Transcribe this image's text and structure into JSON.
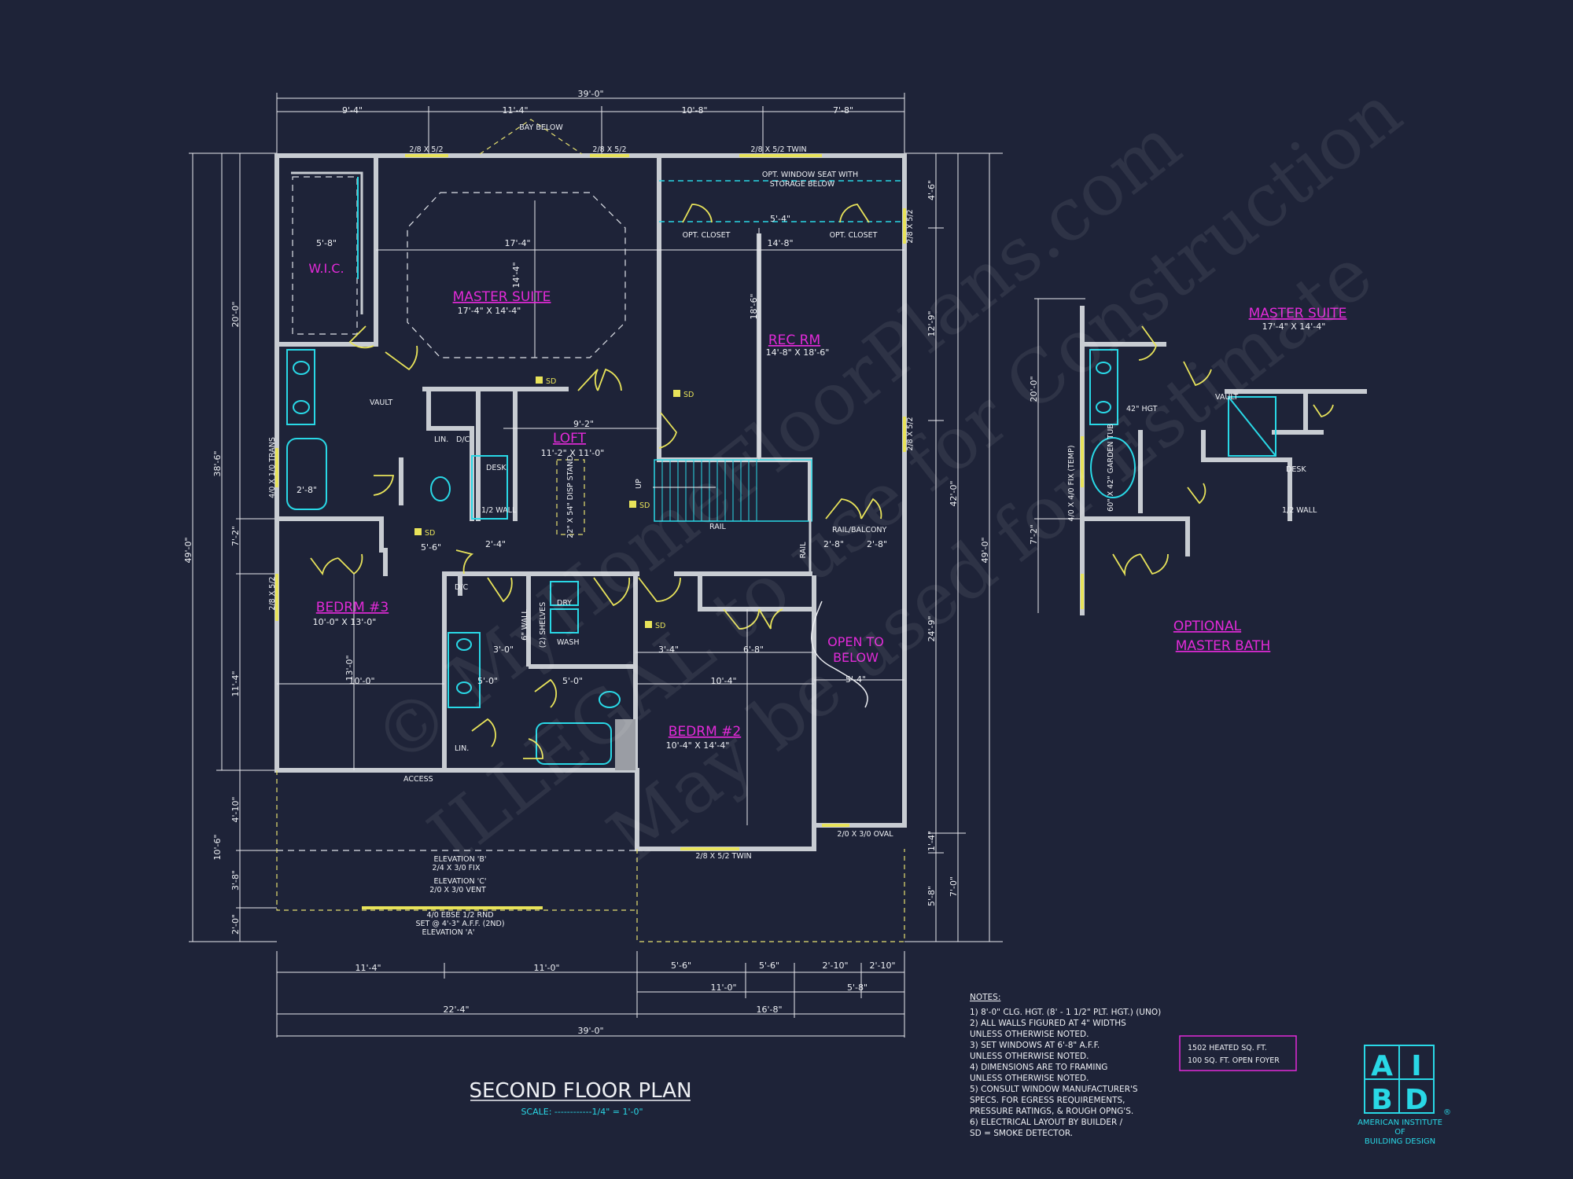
{
  "title": "SECOND FLOOR PLAN",
  "scale": "SCALE:  ------------1/4\" = 1'-0\"",
  "rooms": {
    "master_suite": {
      "name": "MASTER SUITE",
      "size": "17'-4\" X 14'-4\""
    },
    "wic": {
      "name": "W.I.C."
    },
    "rec_rm": {
      "name": "REC RM",
      "size": "14'-8\" X 18'-6\""
    },
    "loft": {
      "name": "LOFT",
      "size": "11'-2\" X 11'-0\""
    },
    "bedrm3": {
      "name": "BEDRM #3",
      "size": "10'-0\" X 13'-0\""
    },
    "bedrm2": {
      "name": "BEDRM #2",
      "size": "10'-4\" X 14'-4\""
    },
    "open_below": {
      "line1": "OPEN TO",
      "line2": "BELOW"
    },
    "opt_master_suite": {
      "name": "MASTER SUITE",
      "size": "17'-4\" X 14'-4\""
    },
    "optional_master_bath": {
      "line1": "OPTIONAL",
      "line2": "MASTER BATH"
    }
  },
  "labels": {
    "bay_below": "BAY BELOW",
    "opt_window_seat_1": "OPT. WINDOW SEAT WITH",
    "opt_window_seat_2": "STORAGE BELOW",
    "opt_closet": "OPT. CLOSET",
    "vault": "VAULT",
    "desk": "DESK",
    "half_wall": "1/2 WALL",
    "rail": "RAIL",
    "rail_balcony": "RAIL/BALCONY",
    "access": "ACCESS",
    "dry": "DRY",
    "wash": "WASH",
    "shelves": "(2) SHELVES",
    "six_wall": "6\" WALL",
    "lin": "LIN.",
    "dc": "D/C",
    "sd": "SD",
    "up": "UP",
    "disp_stand": "22\" X 54\" DISP STAND",
    "garden_tub": "60\" X 42\" GARDEN TUB",
    "hgt42": "42\" HGT",
    "fix_temp": "4/0 X 4/0 FIX (TEMP)",
    "elev_b": "ELEVATION 'B'",
    "elev_b2": "2/4 X 3/0 FIX",
    "elev_c": "ELEVATION 'C'",
    "elev_c2": "2/0 X 3/0 VENT",
    "elev_a1": "4/0 EBSE 1/2 RND",
    "elev_a2": "SET @ 4'-3\" A.F.F. (2ND)",
    "elev_a3": "ELEVATION 'A'",
    "win_twin_top": "2/8 X 5/2 TWIN",
    "win_twin_bot": "2/8 X 5/2 TWIN",
    "win_2852": "2/8 X 5/2",
    "win_oval": "2/0 X 3/0 OVAL",
    "win_trans": "4/0 X 1/0 TRANS"
  },
  "dimensions": {
    "top_total": "39'-0\"",
    "top_segs": [
      "9'-4\"",
      "11'-4\"",
      "10'-8\"",
      "7'-8\""
    ],
    "bottom_a": [
      "11'-4\"",
      "11'-0\""
    ],
    "bottom_b": [
      "5'-6\"",
      "5'-6\"",
      "2'-10\"",
      "2'-10\""
    ],
    "bottom_c": [
      "11'-0\"",
      "5'-8\""
    ],
    "bottom_d": [
      "22'-4\"",
      "16'-8\""
    ],
    "bottom_total": "39'-0\"",
    "left_total": "49'-0\"",
    "left_segs": [
      "20'-0\"",
      "7'-2\"",
      "11'-4\"",
      "4'-10\"",
      "3'-8\"",
      "2'-0\""
    ],
    "left_b": [
      "38'-6\"",
      "10'-6\""
    ],
    "right_total": "49'-0\"",
    "right_a": [
      "4'-6\"",
      "12'-9\"",
      "24'-9\"",
      "1'-4\"",
      "5'-8\""
    ],
    "right_b": [
      "42'-0\"",
      "7'-0\""
    ],
    "right_c": "49'-0\"",
    "interior": [
      "17'-4\"",
      "14'-4\"",
      "5'-8\"",
      "14'-8\"",
      "5'-4\"",
      "18'-6\"",
      "9'-2\"",
      "5'-6\"",
      "2'-4\"",
      "3'-4\"",
      "6'-8\"",
      "10'-4\"",
      "5'-4\"",
      "2'-8\"",
      "2'-8\"",
      "3'-0\"",
      "5'-0\"",
      "5'-0\"",
      "2'-8\"",
      "10'-0\"",
      "13'-0\""
    ]
  },
  "notes": {
    "heading": "NOTES:",
    "lines": [
      "1) 8'-0\" CLG. HGT. (8' - 1 1/2\" PLT. HGT.) (UNO)",
      "2) ALL WALLS FIGURED AT 4\" WIDTHS",
      "   UNLESS OTHERWISE NOTED.",
      "3) SET WINDOWS AT 6'-8\" A.F.F.",
      "   UNLESS OTHERWISE NOTED.",
      "4) DIMENSIONS ARE TO FRAMING",
      "   UNLESS OTHERWISE NOTED.",
      "5) CONSULT WINDOW MANUFACTURER'S",
      "   SPECS. FOR EGRESS REQUIREMENTS,",
      "   PRESSURE RATINGS, & ROUGH OPNG'S.",
      "6) ELECTRICAL LAYOUT BY BUILDER /",
      "   SD = SMOKE DETECTOR."
    ]
  },
  "sqft": {
    "line1": "1502 HEATED SQ. FT.",
    "line2": "100 SQ. FT. OPEN FOYER"
  },
  "logo": {
    "a": "A",
    "i": "I",
    "b": "B",
    "d": "D",
    "reg": "®",
    "line1": "AMERICAN INSTITUTE",
    "line2": "OF",
    "line3": "BUILDING DESIGN"
  },
  "watermark": {
    "line1": "© MyHomeFloorPlans.com",
    "line2": "ILLEGAL to use for Construction",
    "line3": "May be used for Estimate"
  },
  "colors": {
    "background": "#1e2338",
    "wall": "#c8ccd2",
    "magenta": "#e22ad8",
    "cyan": "#29d8e6",
    "yellow": "#e8e35a"
  }
}
